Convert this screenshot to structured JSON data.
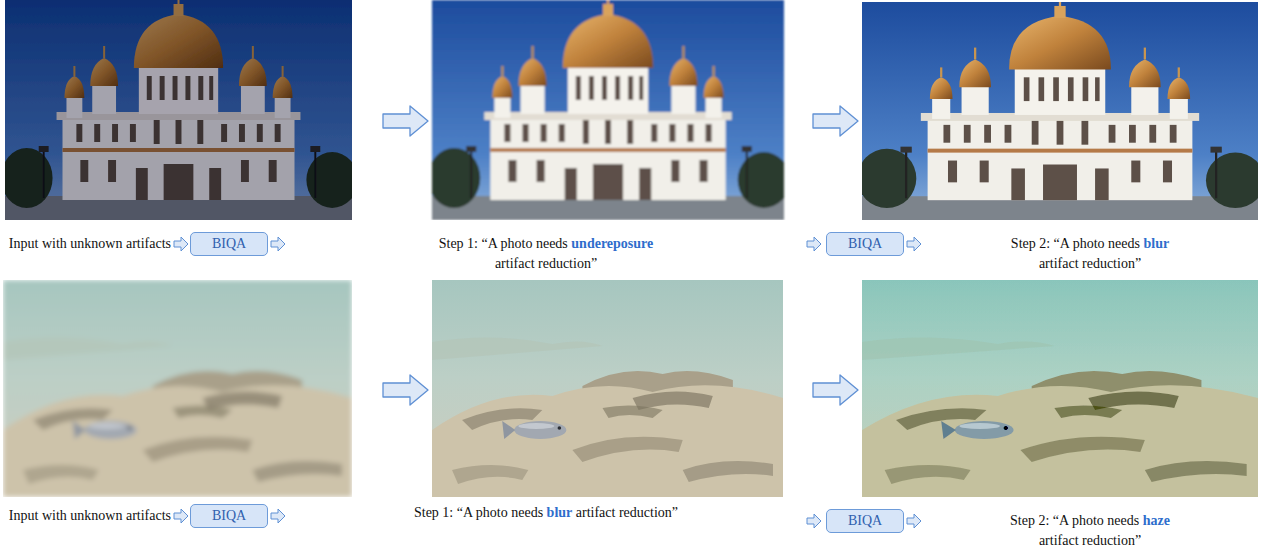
{
  "diagram": {
    "nodes": [
      {
        "text": [
          "BIQA"
        ]
      },
      {
        "text": [
          "BIQA"
        ]
      },
      {
        "text": [
          "BIQA"
        ]
      },
      {
        "text": [
          "BIQA"
        ]
      }
    ],
    "labels": [
      "Input with unknown artifacts",
      "Step 1: “A photo needs",
      "undereposure",
      "artifact reduction”",
      "Step 2: “A photo needs",
      "blur",
      "artifact reduction”",
      "Input with unknown artifacts",
      "Step 1: “A photo needs",
      "blur",
      "artifact reduction”",
      "Step 2: “A photo needs",
      "haze",
      "artifact reduction”"
    ]
  }
}
